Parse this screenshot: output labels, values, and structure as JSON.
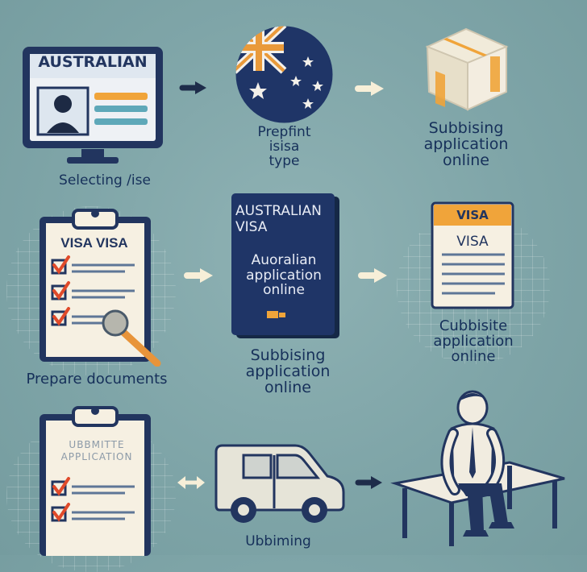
{
  "row1": {
    "monitor_title": "AUSTRALIAN",
    "step1_label": "Selecting /ise",
    "step2_label": [
      "Prepfint",
      "isisa",
      "type"
    ],
    "step3_label": [
      "Subbising",
      "application",
      "online"
    ]
  },
  "row2": {
    "clipboard_title": "VISA VISA",
    "step4_label": "Prepare documents",
    "passport_title": [
      "AUSTRALIAN",
      "VISA"
    ],
    "passport_sub": [
      "Auoralian",
      "application",
      "online"
    ],
    "step5_label": [
      "Subbising",
      "application",
      "online"
    ],
    "card_tab": "VISA",
    "card_title": "VISA",
    "step6_label": [
      "Cubbisite",
      "application",
      "online"
    ]
  },
  "row3": {
    "clipboard_title": [
      "UBBMITTE",
      "APPLICATION"
    ],
    "step8_label": "Ubbiming"
  },
  "colors": {
    "navy": "#22355f",
    "orange": "#f0a43a",
    "cream": "#f6f0e2",
    "arrow_cream": "#f7efd8",
    "arrow_dark": "#1e2c4a"
  },
  "icons": [
    "monitor-icon",
    "australian-flag-icon",
    "parcel-icon",
    "clipboard-checklist-icon",
    "passport-icon",
    "visa-card-icon",
    "van-icon",
    "seated-person-icon",
    "arrow-right-icon",
    "arrow-left-right-icon"
  ]
}
